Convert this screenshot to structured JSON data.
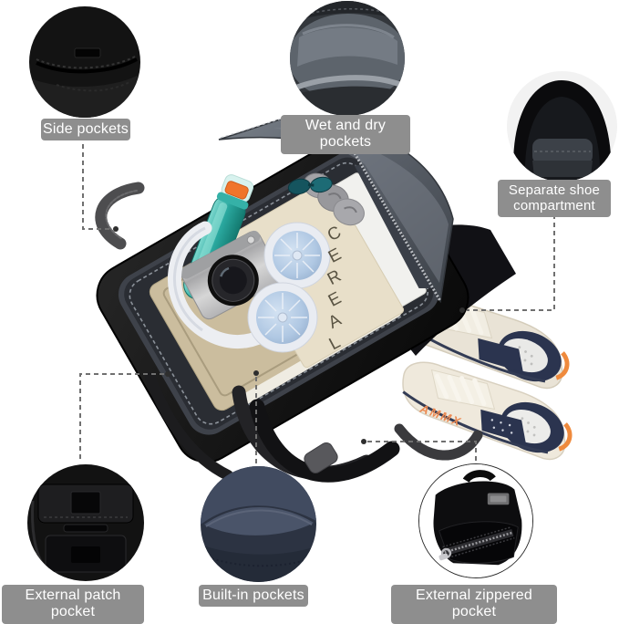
{
  "callouts": [
    {
      "id": "side-pockets",
      "label": "Side pockets"
    },
    {
      "id": "wet-and-dry-pockets",
      "label": "Wet and dry pockets"
    },
    {
      "id": "separate-shoe-compartment",
      "label": "Separate shoe compartment"
    },
    {
      "id": "external-patch-pocket",
      "label": "External patch pocket"
    },
    {
      "id": "built-in-pockets",
      "label": "Built-in pockets"
    },
    {
      "id": "external-zippered-pocket",
      "label": "External zippered pocket"
    }
  ],
  "center_photo": {
    "subject": "black gym duffel bag opened showing contents and shoe compartment",
    "magazine_text": "CEREAL",
    "shoe_text": "AMMX"
  },
  "colors": {
    "label_bg": "#8e8e8e",
    "label_text": "#ffffff",
    "connector": "#707070",
    "bag_black": "#141414",
    "flap_gray": "#5d636b",
    "interior_lining": "#2a2d33",
    "tray_gold": "#cbbd9e",
    "magazine_cream": "#e8dfc9",
    "bottle_teal": "#2aa89f",
    "bottle_cap_mint": "#d8f2ee",
    "bottle_latch_orange": "#f0752b",
    "camera_silver": "#c9c9c9",
    "headphone_white": "#eceef2",
    "headphone_blue": "#b7cde6",
    "sock_gray": "#a3a3a7",
    "shoe_cream": "#efe9dc",
    "shoe_navy": "#2b344f",
    "shoe_orange": "#ec8a52"
  }
}
